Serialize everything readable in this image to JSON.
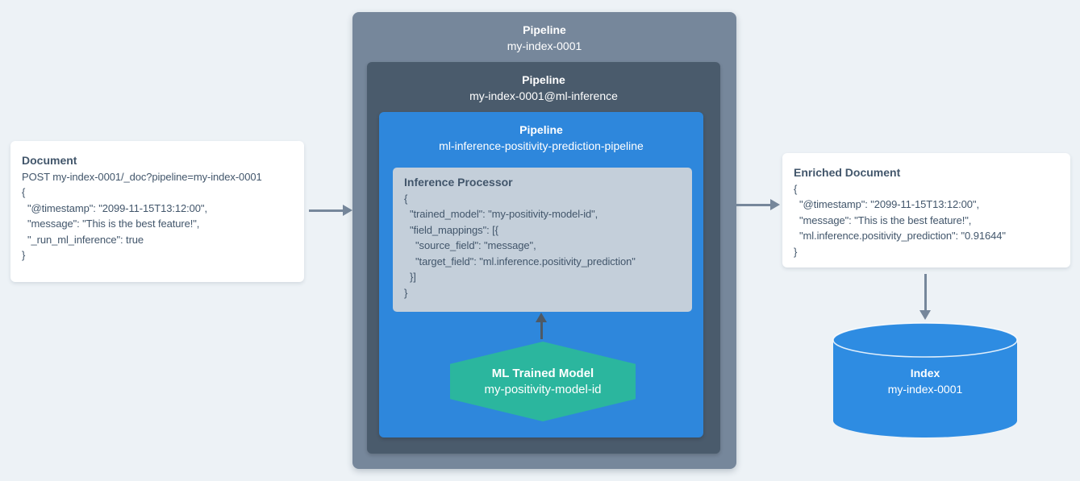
{
  "colors": {
    "background": "#edf2f6",
    "card_bg": "#ffffff",
    "text_dark": "#42566b",
    "pipeline_outer_bg": "#76879b",
    "pipeline_ml_bg": "#4a5b6c",
    "pipeline_inference_bg": "#2e87dc",
    "processor_bg": "#c4cfda",
    "model_bg": "#2bb69e",
    "index_bg": "#2e8ce2",
    "arrow_gray": "#76879b",
    "arrow_dark": "#4e5965",
    "text_light": "#ffffff"
  },
  "document_card": {
    "title": "Document",
    "lines": [
      "POST my-index-0001/_doc?pipeline=my-index-0001",
      "{",
      "  \"@timestamp\": \"2099-11-15T13:12:00\",",
      "  \"message\": \"This is the best feature!\",",
      "  \"_run_ml_inference\": true",
      "}"
    ]
  },
  "pipeline_outer": {
    "label": "Pipeline",
    "name": "my-index-0001"
  },
  "pipeline_ml": {
    "label": "Pipeline",
    "name": "my-index-0001@ml-inference"
  },
  "pipeline_inference": {
    "label": "Pipeline",
    "name": "ml-inference-positivity-prediction-pipeline"
  },
  "inference_processor": {
    "title": "Inference Processor",
    "lines": [
      "{",
      "  \"trained_model\": \"my-positivity-model-id\",",
      "  \"field_mappings\": [{",
      "    \"source_field\": \"message\",",
      "    \"target_field\": \"ml.inference.positivity_prediction\"",
      "  }]",
      "}"
    ]
  },
  "ml_model": {
    "title": "ML Trained Model",
    "name": "my-positivity-model-id"
  },
  "enriched_card": {
    "title": "Enriched Document",
    "lines": [
      "{",
      "  \"@timestamp\": \"2099-11-15T13:12:00\",",
      "  \"message\": \"This is the best feature!\",",
      "  \"ml.inference.positivity_prediction\": \"0.91644\"",
      "}"
    ]
  },
  "index": {
    "title": "Index",
    "name": "my-index-0001"
  }
}
